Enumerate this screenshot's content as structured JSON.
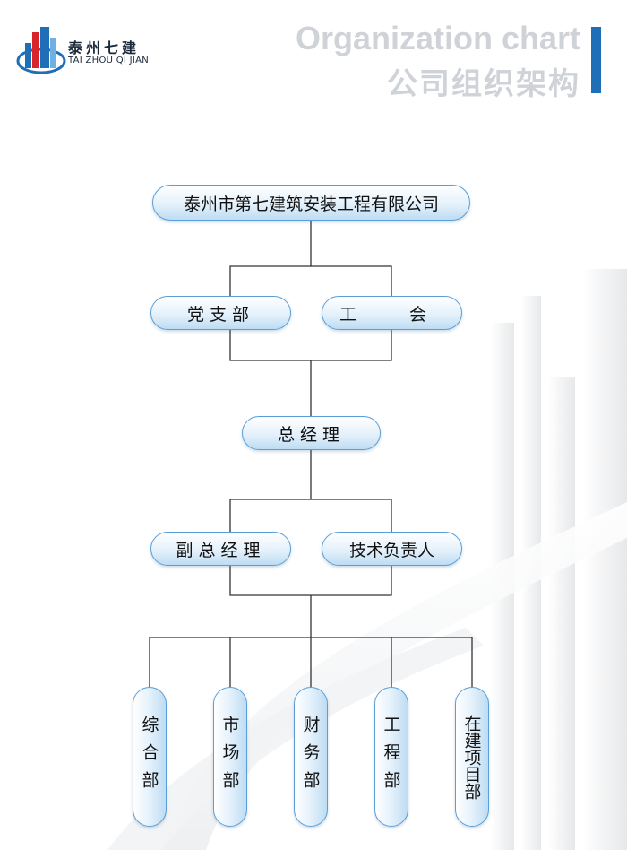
{
  "header": {
    "title_en": "Organization chart",
    "title_cn": "公司组织架构"
  },
  "logo": {
    "name_cn": "泰州七建",
    "name_en": "TAI ZHOU QI JIAN"
  },
  "org": {
    "company": "泰州市第七建筑安装工程有限公司",
    "party_branch": "党支部",
    "union": "工　会",
    "general_manager": "总经理",
    "deputy_gm": "副总经理",
    "technical_head": "技术负责人",
    "departments": [
      {
        "label": "综合部"
      },
      {
        "label": "市场部"
      },
      {
        "label": "财务部"
      },
      {
        "label": "工程部"
      },
      {
        "label": "在建项目部"
      }
    ]
  },
  "colors": {
    "accent": "#1f6fb8",
    "node_border": "#5a9ed8",
    "node_fill": "#bddcf3",
    "header_text": "#cfd3d8",
    "logo_red": "#d8252a"
  }
}
